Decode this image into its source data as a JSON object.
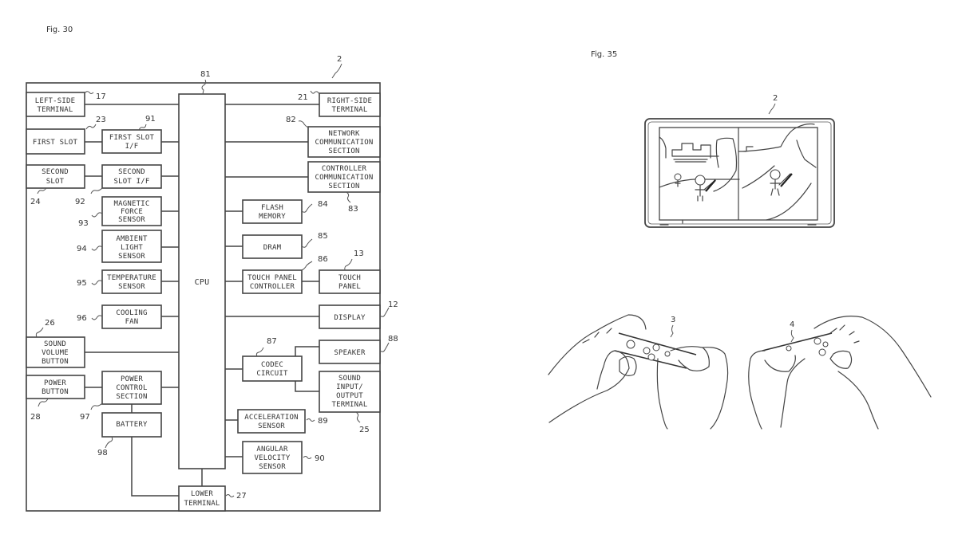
{
  "figures": {
    "left": {
      "title": "Fig. 30",
      "device_ref": "2",
      "cpu": {
        "label": "CPU",
        "ref": "81"
      },
      "left_blocks": {
        "left_side_terminal": {
          "lines": [
            "LEFT-SIDE",
            "TERMINAL"
          ],
          "ref": "17"
        },
        "first_slot": {
          "lines": [
            "FIRST SLOT"
          ],
          "ref": "23"
        },
        "first_slot_if": {
          "lines": [
            "FIRST SLOT",
            "I/F"
          ],
          "ref": "91"
        },
        "second_slot": {
          "lines": [
            "SECOND",
            "SLOT"
          ],
          "ref": "24"
        },
        "second_slot_if": {
          "lines": [
            "SECOND",
            "SLOT I/F"
          ],
          "ref": "92"
        },
        "magnetic_force_sensor": {
          "lines": [
            "MAGNETIC",
            "FORCE",
            "SENSOR"
          ],
          "ref": "93"
        },
        "ambient_light_sensor": {
          "lines": [
            "AMBIENT",
            "LIGHT",
            "SENSOR"
          ],
          "ref": "94"
        },
        "temperature_sensor": {
          "lines": [
            "TEMPERATURE",
            "SENSOR"
          ],
          "ref": "95"
        },
        "cooling_fan": {
          "lines": [
            "COOLING",
            "FAN"
          ],
          "ref": "96"
        },
        "sound_volume_button": {
          "lines": [
            "SOUND",
            "VOLUME",
            "BUTTON"
          ],
          "ref": "26"
        },
        "power_button": {
          "lines": [
            "POWER",
            "BUTTON"
          ],
          "ref": "28"
        },
        "power_control_section": {
          "lines": [
            "POWER",
            "CONTROL",
            "SECTION"
          ],
          "ref": "97"
        },
        "battery": {
          "lines": [
            "BATTERY"
          ],
          "ref": "98"
        },
        "lower_terminal": {
          "lines": [
            "LOWER",
            "TERMINAL"
          ],
          "ref": "27"
        }
      },
      "right_blocks": {
        "right_side_terminal": {
          "lines": [
            "RIGHT-SIDE",
            "TERMINAL"
          ],
          "ref": "21"
        },
        "network_communication_section": {
          "lines": [
            "NETWORK",
            "COMMUNICATION",
            "SECTION"
          ],
          "ref": "82"
        },
        "controller_communication_section": {
          "lines": [
            "CONTROLLER",
            "COMMUNICATION",
            "SECTION"
          ],
          "ref": "83"
        },
        "flash_memory": {
          "lines": [
            "FLASH",
            "MEMORY"
          ],
          "ref": "84"
        },
        "dram": {
          "lines": [
            "DRAM"
          ],
          "ref": "85"
        },
        "touch_panel_controller": {
          "lines": [
            "TOUCH PANEL",
            "CONTROLLER"
          ],
          "ref": "86"
        },
        "touch_panel": {
          "lines": [
            "TOUCH",
            "PANEL"
          ],
          "ref": "13"
        },
        "display": {
          "lines": [
            "DISPLAY"
          ],
          "ref": "12"
        },
        "codec_circuit": {
          "lines": [
            "CODEC",
            "CIRCUIT"
          ],
          "ref": "87"
        },
        "speaker": {
          "lines": [
            "SPEAKER"
          ],
          "ref": "88"
        },
        "sound_io_terminal": {
          "lines": [
            "SOUND",
            "INPUT/",
            "OUTPUT",
            "TERMINAL"
          ],
          "ref": "25"
        },
        "acceleration_sensor": {
          "lines": [
            "ACCELERATION",
            "SENSOR"
          ],
          "ref": "89"
        },
        "angular_velocity_sensor": {
          "lines": [
            "ANGULAR",
            "VELOCITY",
            "SENSOR"
          ],
          "ref": "90"
        }
      }
    },
    "right": {
      "title": "Fig. 35",
      "device_ref": "2",
      "left_controller_ref": "3",
      "right_controller_ref": "4"
    }
  }
}
